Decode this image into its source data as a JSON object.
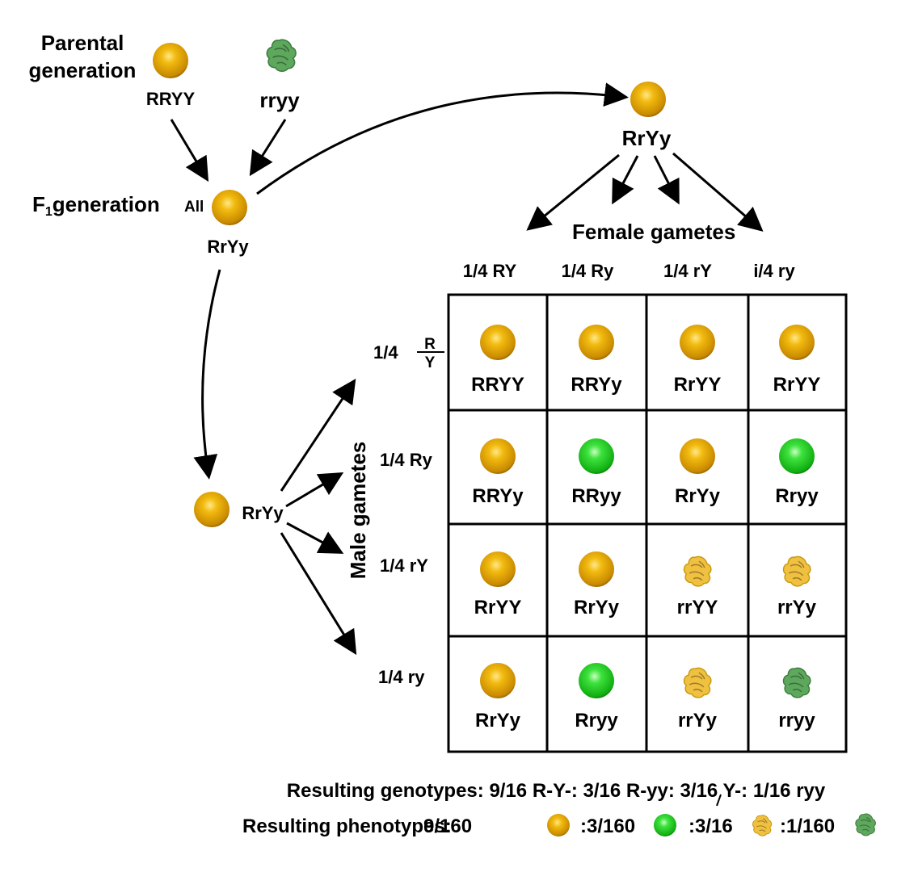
{
  "parental": {
    "label_line1": "Parental",
    "label_line2": "generation",
    "parent1_genotype": "RRYY",
    "parent2_genotype": "rryy"
  },
  "f1": {
    "label_F": "F",
    "label_sub": "1",
    "label_rest": "generation",
    "all_label": "All",
    "genotype": "RrYy"
  },
  "female_parent_genotype": "RrYy",
  "male_parent_genotype": "RrYy",
  "female_gametes_label": "Female gametes",
  "male_gametes_label": "Male gametes",
  "female_gametes": [
    "1/4 RY",
    "1/4 Ry",
    "1/4 rY",
    "i/4 ry"
  ],
  "male_gametes": {
    "row1_fraction": "1/4",
    "row1_top": "R",
    "row1_bottom": "Y",
    "row2": "1/4 Ry",
    "row3": "1/4 rY",
    "row4": "1/4 ry"
  },
  "punnett": [
    [
      {
        "phenotype": "yellow-round",
        "genotype": "RRYY"
      },
      {
        "phenotype": "yellow-round",
        "genotype": "RRYy"
      },
      {
        "phenotype": "yellow-round",
        "genotype": "RrYY"
      },
      {
        "phenotype": "yellow-round",
        "genotype": "RrYY"
      }
    ],
    [
      {
        "phenotype": "yellow-round",
        "genotype": "RRYy"
      },
      {
        "phenotype": "green-round",
        "genotype": "RRyy"
      },
      {
        "phenotype": "yellow-round",
        "genotype": "RrYy"
      },
      {
        "phenotype": "green-round",
        "genotype": "Rryy"
      }
    ],
    [
      {
        "phenotype": "yellow-round",
        "genotype": "RrYY"
      },
      {
        "phenotype": "yellow-round",
        "genotype": "RrYy"
      },
      {
        "phenotype": "yellow-wrinkled",
        "genotype": "rrYY"
      },
      {
        "phenotype": "yellow-wrinkled",
        "genotype": "rrYy"
      }
    ],
    [
      {
        "phenotype": "yellow-round",
        "genotype": "RrYy"
      },
      {
        "phenotype": "green-round",
        "genotype": "Rryy"
      },
      {
        "phenotype": "yellow-wrinkled",
        "genotype": "rrYy"
      },
      {
        "phenotype": "green-wrinkled",
        "genotype": "rryy"
      }
    ]
  ],
  "results": {
    "genotypes_line": "Resulting genotypes: 9/16 R-Y-: 3/16 R-yy: 3/16 Y-: 1/16 ryy",
    "phenotypes_label": "Resulting phenotypes:",
    "pheno1": "9/160",
    "pheno2": ":3/160",
    "pheno3": ":3/16",
    "pheno4": ":1/160"
  },
  "colors": {
    "yellow_pea": "#e0a800",
    "green_pea": "#22cc22",
    "yellow_wrinkled": "#f0c040",
    "green_wrinkled": "#5ea85e"
  }
}
